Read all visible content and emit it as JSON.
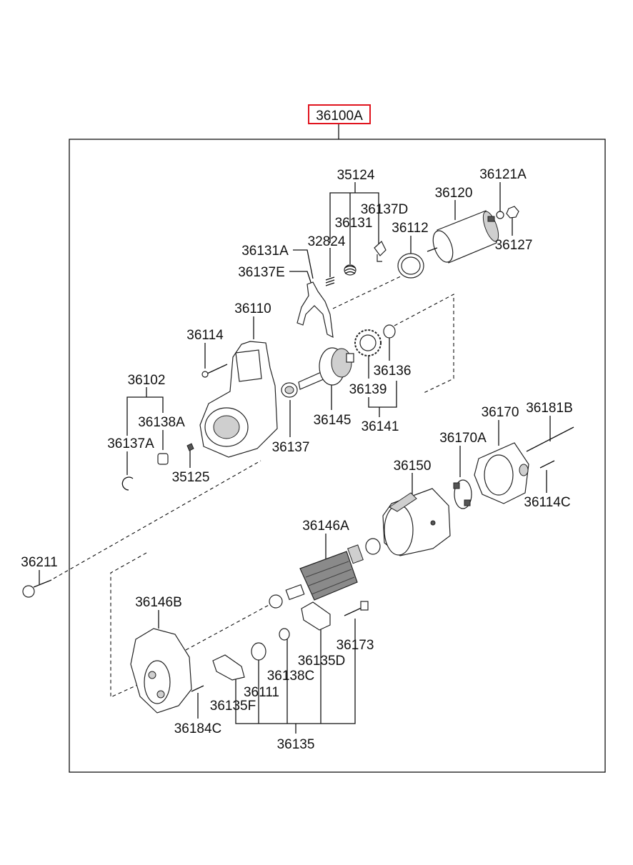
{
  "assembly": {
    "number": "36100A",
    "highlight_color": "#e0141e"
  },
  "labels": {
    "p35124": "35124",
    "p36121A": "36121A",
    "p36120": "36120",
    "p36137D": "36137D",
    "p36131": "36131",
    "p36112": "36112",
    "p36127": "36127",
    "p32824": "32824",
    "p36131A": "36131A",
    "p36137E": "36137E",
    "p36110": "36110",
    "p36114": "36114",
    "p36102": "36102",
    "p36138A": "36138A",
    "p36137A": "36137A",
    "p35125": "35125",
    "p36137": "36137",
    "p36145": "36145",
    "p36136": "36136",
    "p36139": "36139",
    "p36141": "36141",
    "p36170": "36170",
    "p36181B": "36181B",
    "p36170A": "36170A",
    "p36150": "36150",
    "p36114C": "36114C",
    "p36146A": "36146A",
    "p36211": "36211",
    "p36146B": "36146B",
    "p36173": "36173",
    "p36135D": "36135D",
    "p36138C": "36138C",
    "p36111": "36111",
    "p36135F": "36135F",
    "p36184C": "36184C",
    "p36135": "36135"
  }
}
